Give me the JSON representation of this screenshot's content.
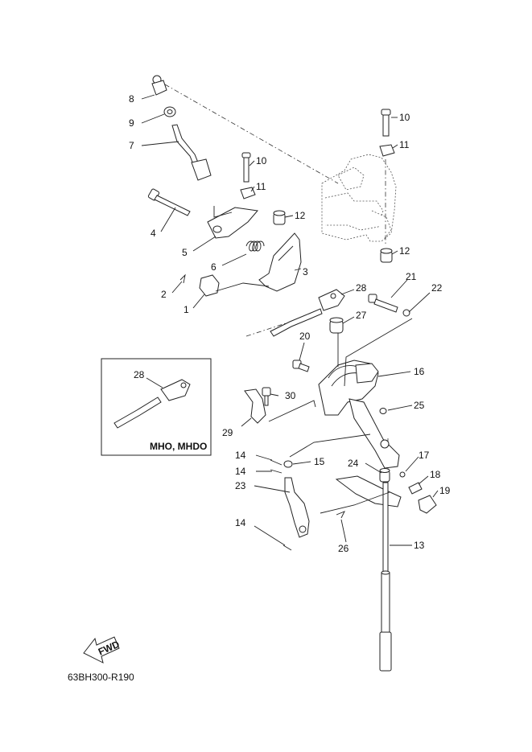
{
  "callouts": [
    {
      "id": "8",
      "text": "8"
    },
    {
      "id": "9",
      "text": "9"
    },
    {
      "id": "7",
      "text": "7"
    },
    {
      "id": "10a",
      "text": "10"
    },
    {
      "id": "11a",
      "text": "11"
    },
    {
      "id": "12a",
      "text": "12"
    },
    {
      "id": "4",
      "text": "4"
    },
    {
      "id": "5",
      "text": "5"
    },
    {
      "id": "6",
      "text": "6"
    },
    {
      "id": "3",
      "text": "3"
    },
    {
      "id": "2",
      "text": "2"
    },
    {
      "id": "1",
      "text": "1"
    },
    {
      "id": "10b",
      "text": "10"
    },
    {
      "id": "11b",
      "text": "11"
    },
    {
      "id": "12b",
      "text": "12"
    },
    {
      "id": "28",
      "text": "28"
    },
    {
      "id": "21",
      "text": "21"
    },
    {
      "id": "22",
      "text": "22"
    },
    {
      "id": "27",
      "text": "27"
    },
    {
      "id": "20",
      "text": "20"
    },
    {
      "id": "16",
      "text": "16"
    },
    {
      "id": "30",
      "text": "30"
    },
    {
      "id": "25",
      "text": "25"
    },
    {
      "id": "29",
      "text": "29"
    },
    {
      "id": "14a",
      "text": "14"
    },
    {
      "id": "14b",
      "text": "14"
    },
    {
      "id": "15",
      "text": "15"
    },
    {
      "id": "23",
      "text": "23"
    },
    {
      "id": "24",
      "text": "24"
    },
    {
      "id": "17",
      "text": "17"
    },
    {
      "id": "18",
      "text": "18"
    },
    {
      "id": "19",
      "text": "19"
    },
    {
      "id": "14c",
      "text": "14"
    },
    {
      "id": "26",
      "text": "26"
    },
    {
      "id": "13",
      "text": "13"
    }
  ],
  "inset": {
    "callout": "28",
    "caption": "MHO, MHDO"
  },
  "fwd_label": "FWD",
  "drawing_code": "63BH300-R190"
}
